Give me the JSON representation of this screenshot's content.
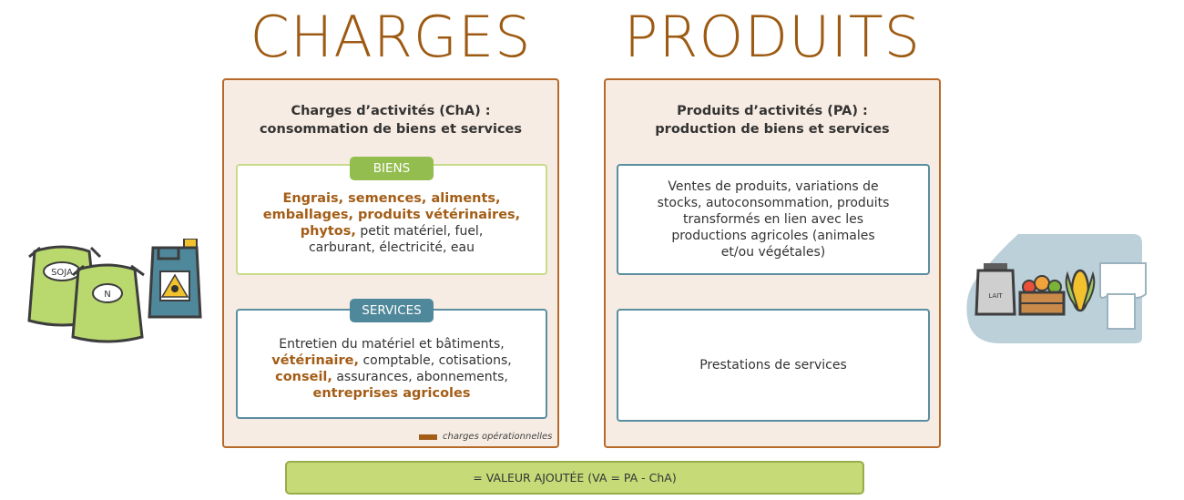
{
  "charges": {
    "title": "CHARGES",
    "panel_title_line1": "Charges d’activités (ChA) :",
    "panel_title_line2": "consommation de biens et services",
    "biens": {
      "label": "BIENS",
      "hl1": "Engrais, semences, aliments,",
      "hl2": "emballages, produits vétérinaires,",
      "hl3": "phytos,",
      "text3": " petit matériel, fuel,",
      "text4": "carburant, électricité, eau"
    },
    "services": {
      "label": "SERVICES",
      "text1": "Entretien du matériel et bâtiments,",
      "hl2": "vétérinaire,",
      "text2": " comptable, cotisations,",
      "hl3": "conseil,",
      "text3": " assurances, abonnements,",
      "hl4": "entreprises agricoles"
    },
    "legend": "charges opérationnelles"
  },
  "produits": {
    "title": "PRODUITS",
    "panel_title_line1": "Produits d’activités (PA) :",
    "panel_title_line2": "production de biens et services",
    "box1": {
      "line1": "Ventes de produits, variations de",
      "line2": "stocks, autoconsommation, produits",
      "line3": "transformés en lien avec les",
      "line4": "productions agricoles (animales",
      "line5": "et/ou végétales)"
    },
    "box2": "Prestations de services"
  },
  "value_added": "= VALEUR AJOUTÉE (VA = PA - ChA)",
  "illustrations": {
    "bag1_label": "SOJA",
    "bag2_label": "N",
    "milk_can_label": "LAIT"
  },
  "colors": {
    "brown": "#9d5a12",
    "panel_bg": "#f7ece3",
    "green": "#94bd4f",
    "blue": "#4f889a"
  }
}
